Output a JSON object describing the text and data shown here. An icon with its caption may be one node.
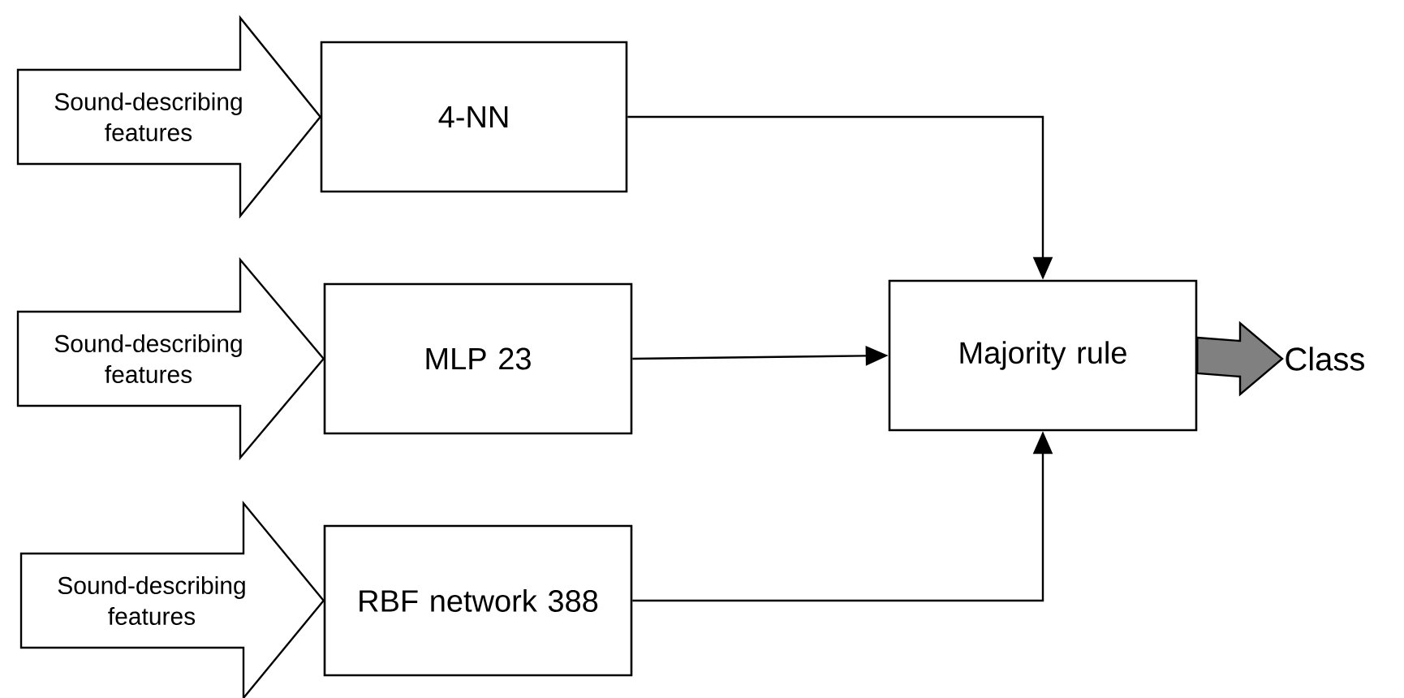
{
  "diagram": {
    "nodes": [
      {
        "text": [
          "4-NN"
        ]
      },
      {
        "text": [
          "MLP 23"
        ]
      },
      {
        "text": [
          "RBF network 388"
        ]
      },
      {
        "text": [
          "Majority rule"
        ]
      },
      {
        "text": [
          "Class"
        ]
      }
    ],
    "edges": [
      {
        "from": null,
        "to": 0,
        "arrow": "to",
        "style": "thick",
        "label": "Sound-describing features"
      },
      {
        "from": null,
        "to": 1,
        "arrow": "to",
        "style": "thick",
        "label": "Sound-describing features"
      },
      {
        "from": null,
        "to": 2,
        "arrow": "to",
        "style": "thick",
        "label": "Sound-describing features"
      },
      {
        "from": 0,
        "to": 3,
        "arrow": "to"
      },
      {
        "from": 1,
        "to": 3,
        "arrow": "to"
      },
      {
        "from": 2,
        "to": 3,
        "arrow": "to"
      },
      {
        "from": 3,
        "to": 4,
        "arrow": "to",
        "style": "thick",
        "color": "#808080"
      }
    ]
  }
}
